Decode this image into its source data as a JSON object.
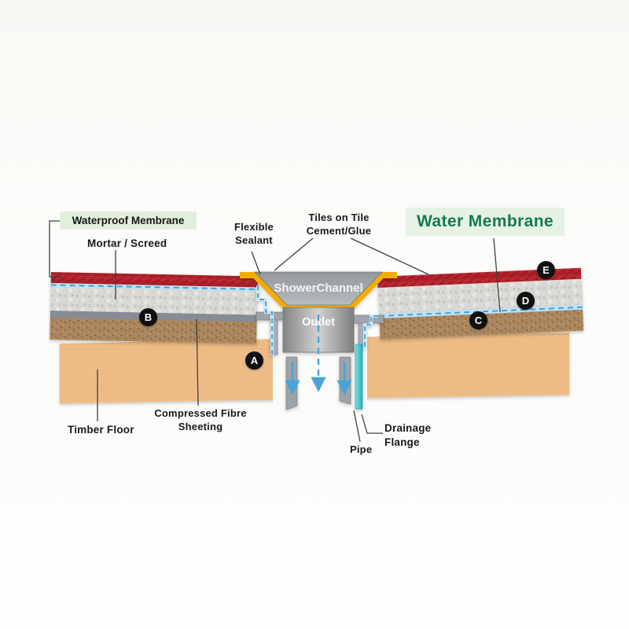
{
  "diagram": {
    "labels": {
      "waterproof_membrane": "Waterproof Membrane",
      "mortar_screed": "Mortar / Screed",
      "flexible_sealant": "Flexible\nSealant",
      "tiles_on_cement": "Tiles on Tile\nCement/Glue",
      "water_membrane_title": "Water Membrane",
      "shower_channel": "ShowerChannel",
      "outlet": "Outlet",
      "timber_floor": "Timber Floor",
      "compressed_fibre": "Compressed Fibre\nSheeting",
      "pipe": "Pipe",
      "drainage_flange": "Drainage\nFlange"
    },
    "badges": [
      {
        "letter": "A"
      },
      {
        "letter": "B"
      },
      {
        "letter": "C"
      },
      {
        "letter": "D"
      },
      {
        "letter": "E"
      }
    ],
    "colors": {
      "tile_red": "#b2222c",
      "mortar_gray": "#dad9d5",
      "membrane_blue": "#3f9fd6",
      "membrane_light": "#bfe2f4",
      "fibre_gray": "#878b93",
      "subfloor_brown": "#aa865f",
      "timber_tan": "#eebd87",
      "sealant_gold": "#f2ae00",
      "flange_teal": "#3fc3cd",
      "title_green": "#157a4b",
      "label_bg_green": "#e2efdf",
      "badge_black": "#101010"
    }
  }
}
